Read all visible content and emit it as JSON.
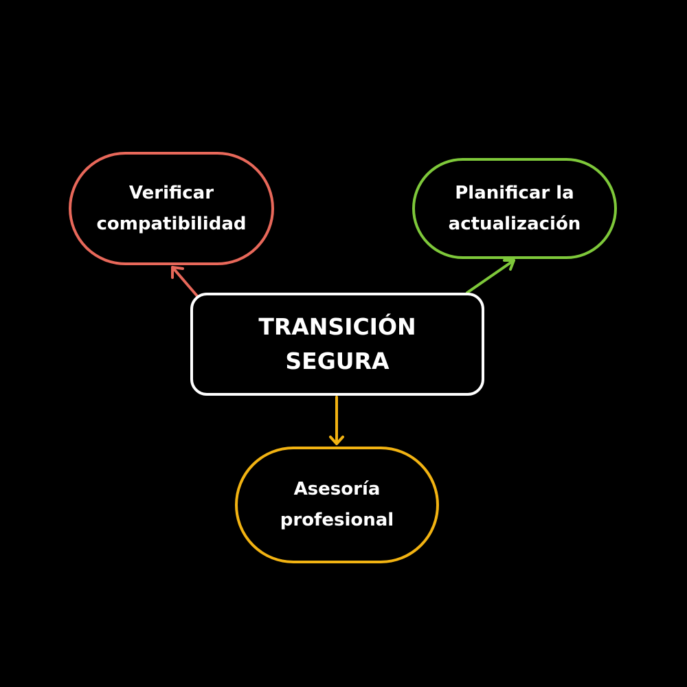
{
  "center": {
    "label": "TRANSICIÓN\nSEGURA",
    "color": "#ffffff"
  },
  "branches": [
    {
      "label": "Verificar\ncompatibilidad",
      "color": "#e8685a",
      "icon": "arrow-up-left"
    },
    {
      "label": "Planificar la\nactualización",
      "color": "#7ec83a",
      "icon": "arrow-up-right"
    },
    {
      "label": "Asesoría\nprofesional",
      "color": "#f2b312",
      "icon": "arrow-down"
    }
  ],
  "background": "#000000"
}
